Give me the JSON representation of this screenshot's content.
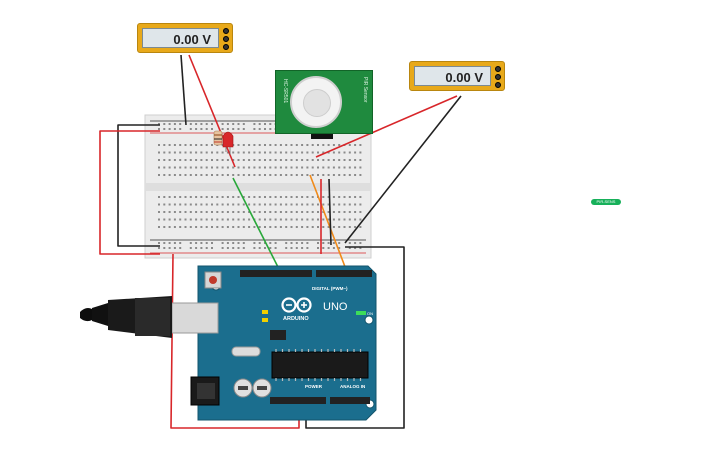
{
  "meters": [
    {
      "reading": "0.00 V"
    },
    {
      "reading": "0.00 V"
    }
  ],
  "arduino": {
    "logo_text": "ARDUINO",
    "model": "UNO",
    "header_digital": "DIGITAL (PWM~)",
    "header_power": "POWER",
    "header_analog": "ANALOG IN",
    "on_label": "ON"
  },
  "pir": {
    "left_label": "HC-SR501",
    "right_label": "PIR Sensor"
  },
  "canvas_chip": {
    "label": "PIR-SENS"
  },
  "colors": {
    "wire_red": "#d8262a",
    "wire_black": "#222222",
    "wire_green": "#29a83a",
    "wire_orange": "#f08a1a",
    "arduino_blue": "#1b6e8e",
    "meter_body": "#e8a91a",
    "pir_board": "#1f8a3e",
    "breadboard": "#ececec"
  }
}
